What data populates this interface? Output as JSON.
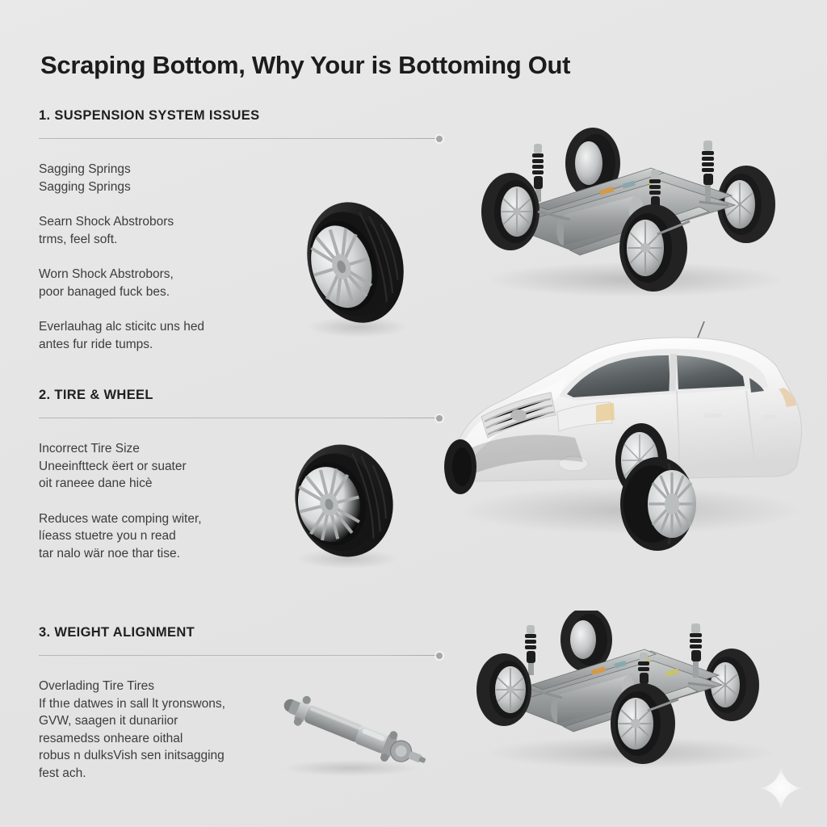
{
  "document": {
    "title": "Scraping Bottom, Why Your is Bottoming Out"
  },
  "sections": [
    {
      "heading": "1. SUSPENSION SYSTEM ISSUES",
      "blocks": [
        "Sagging Springs\nSagging Springs",
        "Searn Shock Abstrobors\ntrms, feel soft.",
        "Worn Shock Abstrobors,\npoor banaged fuck bes.",
        "Everlauhag alc sticitc uns hed\nantes fur ride tumps."
      ]
    },
    {
      "heading": "2. TIRE & WHEEL",
      "blocks": [
        "Incorrect Tire Size\nUneeinftteck ëert or suater\noit raneee dane hicè",
        "Reduces wate comping witer,\nlíeass stuetre you n read\ntar nalo wär noe thar tise."
      ]
    },
    {
      "heading": "3. WEIGHT ALIGNMENT",
      "blocks": [
        "Overlading Tire Tires\nIf thıe datwes in sall lt yronswons,\nGVW, saagen it dunariior\nresamedss onheare oithal\nrobus n dulksVish sen initsagging\nfest ach."
      ]
    }
  ],
  "figures": {
    "chassis_top": "car-chassis-suspension-render",
    "wheel_one": "alloy-wheel-tire-render",
    "sedan": "white-sedan-car-render",
    "wheel_two": "alloy-wheel-tire-render",
    "chassis_bottom": "car-chassis-suspension-render",
    "driveshaft": "driveshaft-render",
    "sparkle": "sparkle-star-watermark"
  },
  "colors": {
    "background": "#e6e6e6",
    "title": "#1c1c1c",
    "heading": "#202020",
    "body": "#3c3c3c",
    "rule": "#b6b6b6",
    "dot": "#a6a6a6"
  }
}
